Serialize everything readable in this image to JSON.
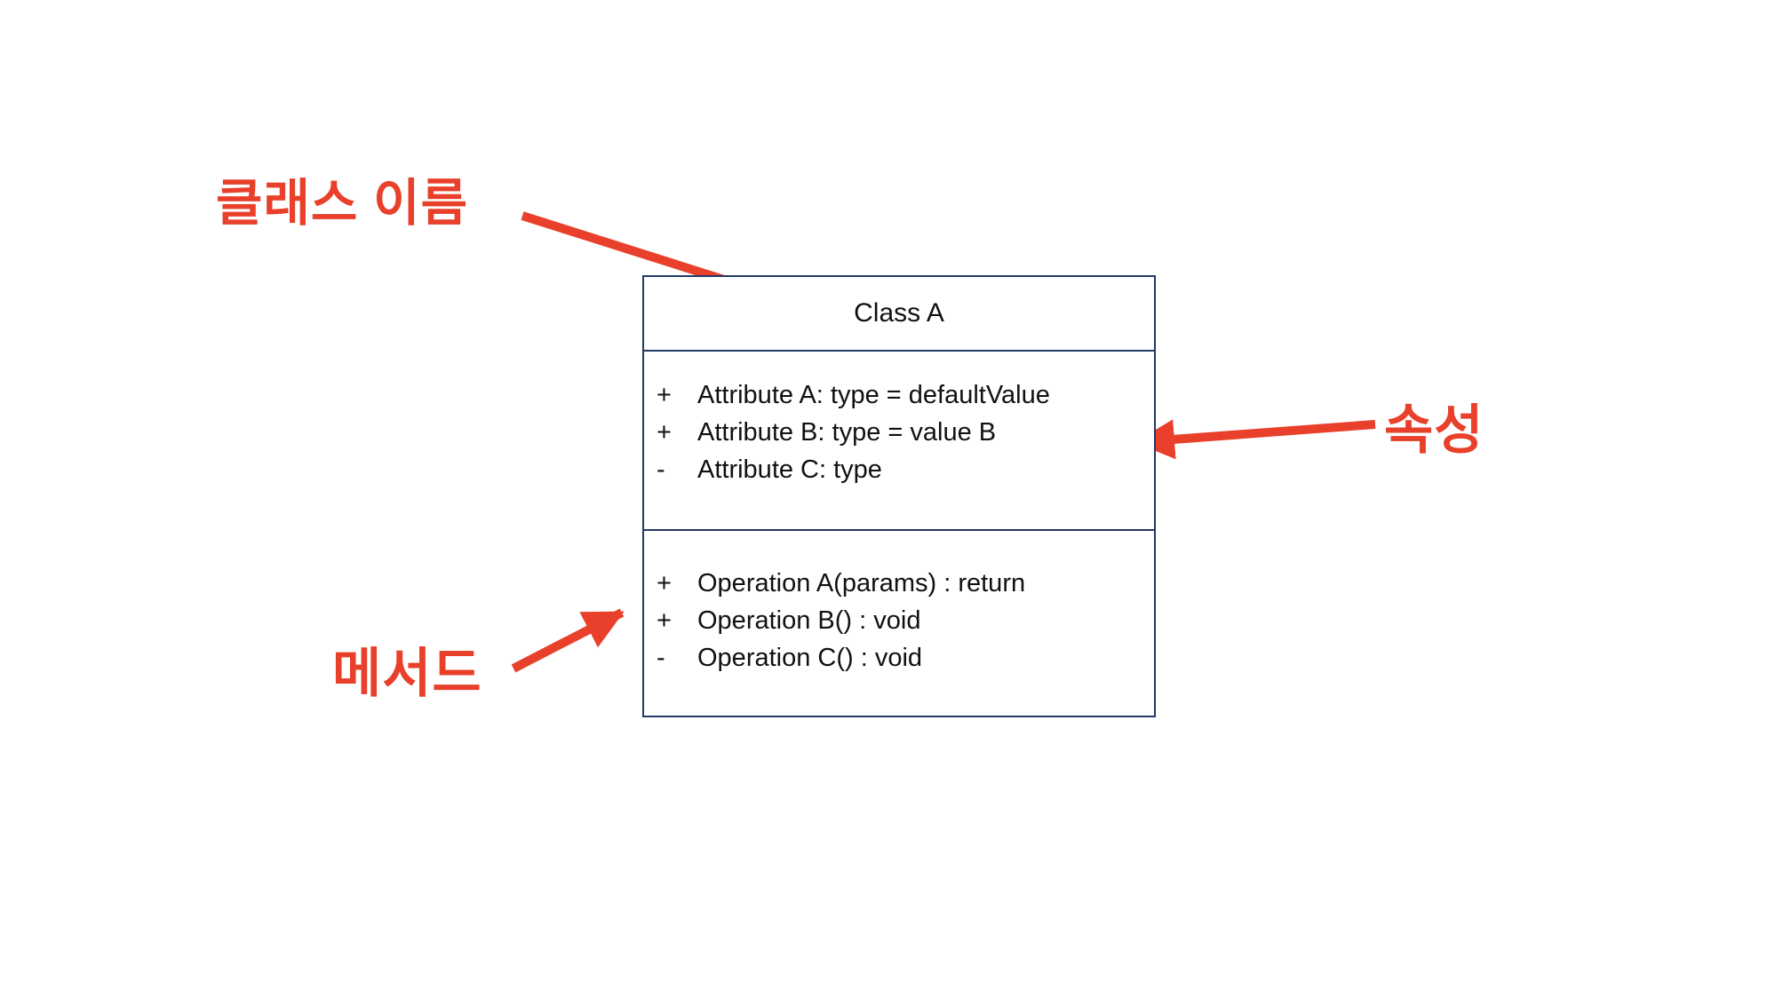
{
  "diagram": {
    "class_box": {
      "title": "Class A",
      "attributes": [
        {
          "visibility": "+",
          "text": "Attribute A: type = defaultValue"
        },
        {
          "visibility": "+",
          "text": "Attribute B: type = value B"
        },
        {
          "visibility": "-",
          "text": "Attribute C: type"
        }
      ],
      "operations": [
        {
          "visibility": "+",
          "text": "Operation A(params) : return"
        },
        {
          "visibility": "+",
          "text": "Operation B() : void"
        },
        {
          "visibility": "-",
          "text": "Operation C() : void"
        }
      ]
    },
    "annotations": {
      "class_name_label": "클래스 이름",
      "attributes_label": "속성",
      "methods_label": "메서드"
    },
    "colors": {
      "annotation_red": "#e8402a",
      "box_border": "#233a66",
      "text": "#111111",
      "background": "#ffffff"
    }
  }
}
